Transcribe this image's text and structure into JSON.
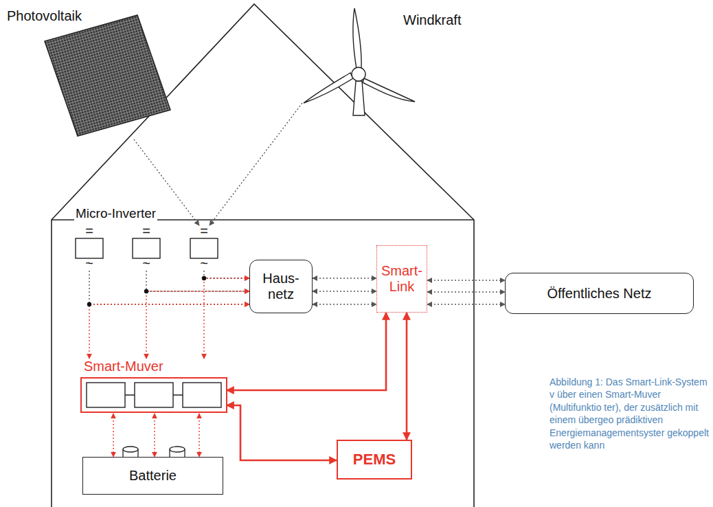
{
  "diagram": {
    "caption": "Abbildung 1: Das Smart-Link-System v über einen Smart-Muver (Multifunktio ter), der zusätzlich mit einem übergeo prädiktiven Energiemanagementsyster gekoppelt werden kann",
    "nodes": [
      {
        "text": [
          "Photovoltaik"
        ]
      },
      {
        "text": [
          "Windkraft"
        ]
      },
      {
        "text": [
          "=",
          "~"
        ]
      },
      {
        "text": [
          "=",
          "~"
        ]
      },
      {
        "text": [
          "=",
          "~"
        ]
      },
      {
        "text": [
          "Haus- netz"
        ]
      },
      {
        "text": [
          "Smart- Link"
        ]
      },
      {
        "text": [
          "Öffentliches Netz"
        ]
      },
      {
        "text": [
          "Smart-Muver"
        ]
      },
      {
        "text": [
          "Batterie"
        ]
      },
      {
        "text": [
          "PEMS"
        ]
      }
    ],
    "edges": [
      {
        "from": 0,
        "to": 4,
        "arrow": "to"
      },
      {
        "from": 1,
        "to": 4,
        "arrow": "to"
      },
      {
        "from": 2,
        "to": 5,
        "arrow": "to"
      },
      {
        "from": 3,
        "to": 5,
        "arrow": "to"
      },
      {
        "from": 4,
        "to": 5,
        "arrow": "to"
      },
      {
        "from": 8,
        "to": 5,
        "arrow": "both"
      },
      {
        "from": 8,
        "to": 5,
        "arrow": "both"
      },
      {
        "from": 8,
        "to": 5,
        "arrow": "both"
      },
      {
        "from": 5,
        "to": 6,
        "arrow": "both"
      },
      {
        "from": 5,
        "to": 6,
        "arrow": "both"
      },
      {
        "from": 5,
        "to": 6,
        "arrow": "both"
      },
      {
        "from": 6,
        "to": 7,
        "arrow": "both"
      },
      {
        "from": 6,
        "to": 7,
        "arrow": "both"
      },
      {
        "from": 6,
        "to": 7,
        "arrow": "both"
      },
      {
        "from": 8,
        "to": 9,
        "arrow": "both"
      },
      {
        "from": 8,
        "to": 9,
        "arrow": "both"
      },
      {
        "from": 8,
        "to": 9,
        "arrow": "both"
      },
      {
        "from": 6,
        "to": 8,
        "arrow": "both"
      },
      {
        "from": 6,
        "to": 10,
        "arrow": "both"
      },
      {
        "from": 8,
        "to": 10,
        "arrow": "both"
      }
    ],
    "labels": [
      "Micro-Inverter"
    ]
  }
}
